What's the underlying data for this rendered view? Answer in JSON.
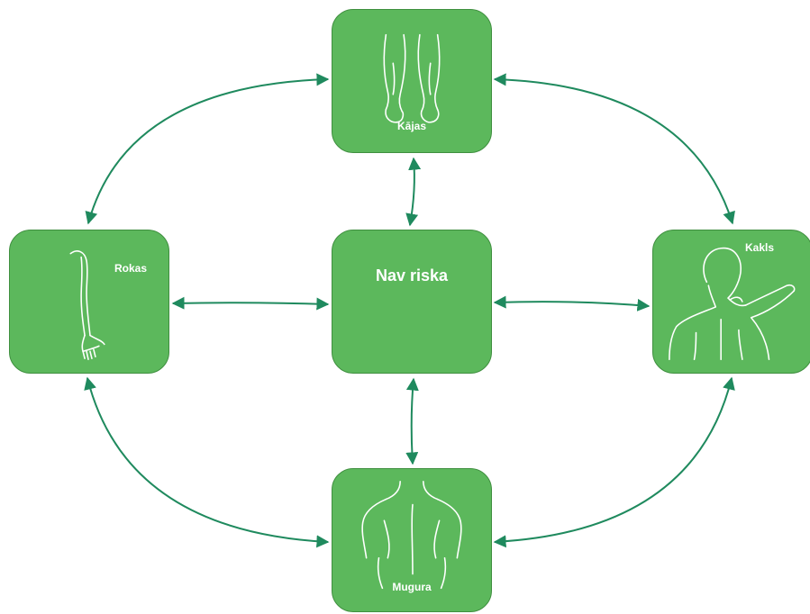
{
  "colors": {
    "node_fill": "#5cb85c",
    "node_border": "#3f8f3f",
    "connector": "#1f8a5e",
    "label": "#ffffff"
  },
  "nodes": {
    "legs": {
      "label": "Kājas",
      "icon": "legs-figure-icon"
    },
    "arms": {
      "label": "Rokas",
      "icon": "arm-figure-icon"
    },
    "center": {
      "label": "Nav riska"
    },
    "neck": {
      "label": "Kakls",
      "icon": "neck-figure-icon"
    },
    "back": {
      "label": "Mugura",
      "icon": "back-figure-icon"
    }
  },
  "edges": [
    {
      "from": "legs",
      "to": "arms",
      "arrows": "both"
    },
    {
      "from": "legs",
      "to": "neck",
      "arrows": "both"
    },
    {
      "from": "legs",
      "to": "center",
      "arrows": "both"
    },
    {
      "from": "arms",
      "to": "center",
      "arrows": "both"
    },
    {
      "from": "center",
      "to": "neck",
      "arrows": "both"
    },
    {
      "from": "center",
      "to": "back",
      "arrows": "both"
    },
    {
      "from": "arms",
      "to": "back",
      "arrows": "both"
    },
    {
      "from": "neck",
      "to": "back",
      "arrows": "both"
    }
  ]
}
